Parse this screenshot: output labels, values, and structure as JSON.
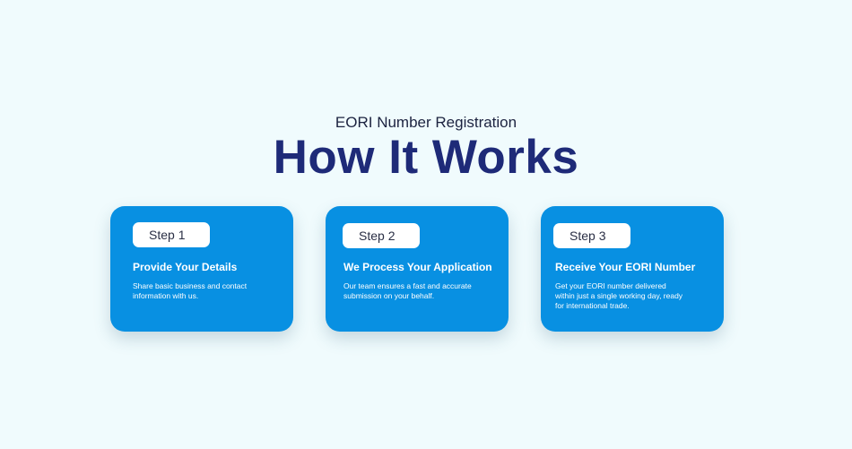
{
  "header": {
    "subtitle": "EORI Number Registration",
    "title": "How It Works"
  },
  "steps": [
    {
      "label": "Step 1",
      "title": "Provide Your Details",
      "description": "Share basic business and contact information with us."
    },
    {
      "label": "Step 2",
      "title": "We Process Your Application",
      "description": "Our team ensures a fast and accurate submission on your behalf."
    },
    {
      "label": "Step 3",
      "title": "Receive Your EORI Number",
      "description": "Get your EORI number delivered within just a single working day, ready for international trade."
    }
  ],
  "colors": {
    "background": "#f0fbfd",
    "card": "#0890e2",
    "title": "#1e2a78"
  }
}
